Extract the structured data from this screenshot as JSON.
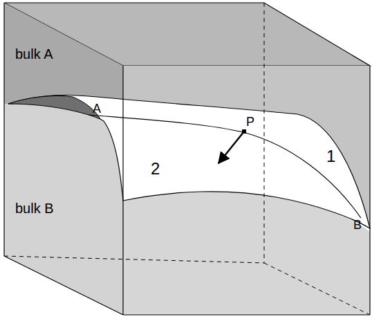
{
  "diagram": {
    "labels": [
      "bulk A",
      "bulk B",
      "A",
      "P",
      "2",
      "1",
      "B"
    ]
  }
}
